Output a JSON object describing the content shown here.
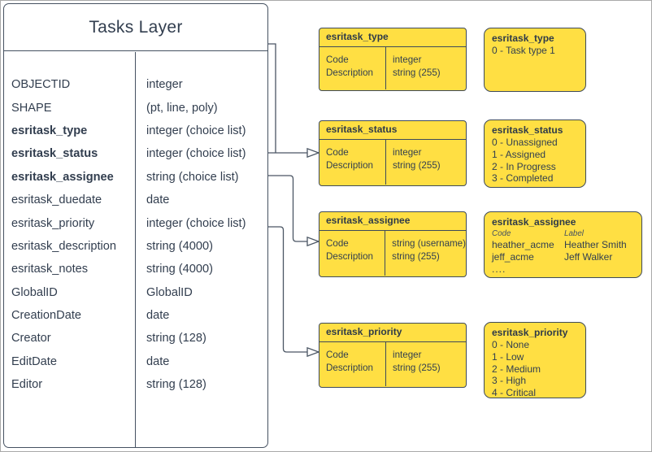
{
  "diagram": {
    "main_table": {
      "title": "Tasks Layer",
      "fields": [
        {
          "name": "OBJECTID",
          "type": "integer",
          "bold": false
        },
        {
          "name": "SHAPE",
          "type": "(pt, line, poly)",
          "bold": false
        },
        {
          "name": "esritask_type",
          "type": "integer (choice list)",
          "bold": true
        },
        {
          "name": "esritask_status",
          "type": "integer (choice list)",
          "bold": true
        },
        {
          "name": "esritask_assignee",
          "type": "string (choice list)",
          "bold": true
        },
        {
          "name": "esritask_duedate",
          "type": "date",
          "bold": false
        },
        {
          "name": "esritask_priority",
          "type": "integer (choice list)",
          "bold": false
        },
        {
          "name": "esritask_description",
          "type": "string (4000)",
          "bold": false
        },
        {
          "name": "esritask_notes",
          "type": "string (4000)",
          "bold": false
        },
        {
          "name": "GlobalID",
          "type": "GlobalID",
          "bold": false
        },
        {
          "name": "CreationDate",
          "type": "date",
          "bold": false
        },
        {
          "name": "Creator",
          "type": "string (128)",
          "bold": false
        },
        {
          "name": "EditDate",
          "type": "date",
          "bold": false
        },
        {
          "name": "Editor",
          "type": "string (128)",
          "bold": false
        }
      ]
    },
    "domain_tables": [
      {
        "title": "esritask_type",
        "rows": [
          {
            "field": "Code",
            "type": "integer"
          },
          {
            "field": "Description",
            "type": "string (255)"
          }
        ]
      },
      {
        "title": "esritask_status",
        "rows": [
          {
            "field": "Code",
            "type": "integer"
          },
          {
            "field": "Description",
            "type": "string (255)"
          }
        ]
      },
      {
        "title": "esritask_assignee",
        "rows": [
          {
            "field": "Code",
            "type": "string (username)"
          },
          {
            "field": "Description",
            "type": "string (255)"
          }
        ]
      },
      {
        "title": "esritask_priority",
        "rows": [
          {
            "field": "Code",
            "type": "integer"
          },
          {
            "field": "Description",
            "type": "string (255)"
          }
        ]
      }
    ],
    "value_lists": [
      {
        "title": "esritask_type",
        "items": [
          "0 - Task type 1"
        ]
      },
      {
        "title": "esritask_status",
        "items": [
          "0 - Unassigned",
          "1 - Assigned",
          "2 - In Progress",
          "3 - Completed"
        ]
      },
      {
        "title": "esritask_assignee",
        "columns": [
          "Code",
          "Label"
        ],
        "rows": [
          [
            "heather_acme",
            "Heather Smith"
          ],
          [
            "jeff_acme",
            "Jeff Walker"
          ]
        ],
        "more": "...."
      },
      {
        "title": "esritask_priority",
        "items": [
          "0 - None",
          "1 - Low",
          "2 - Medium",
          "3 - High",
          "4 - Critical"
        ]
      }
    ],
    "colors": {
      "box_fill_yellow": "#ffdf43",
      "box_stroke": "#3e4a5a",
      "text": "#33404f",
      "connector": "#4a5563",
      "main_table_fill": "#ffffff",
      "frame_border": "#a9a9a9"
    }
  }
}
